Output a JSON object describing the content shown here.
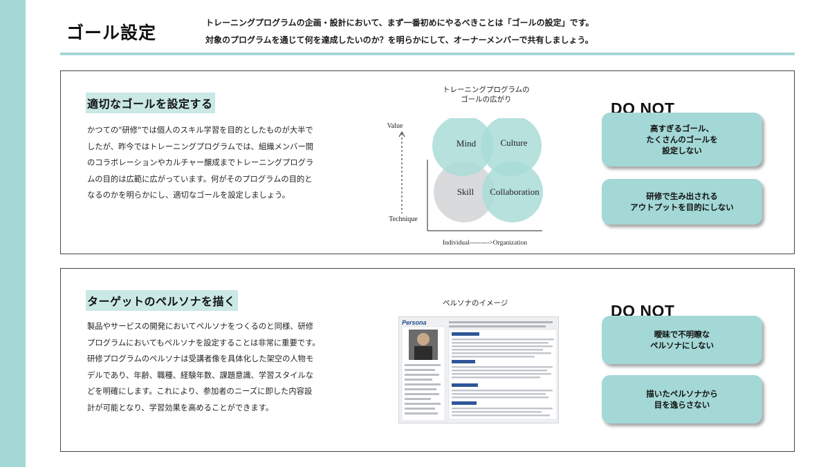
{
  "header": {
    "title": "ゴール設定",
    "desc_lines": [
      "トレーニングプログラムの企画・設計において、まず一番初めにやるべきことは「ゴールの設定」です。",
      "対象のプログラムを通じて何を達成したいのか？を明らかにして、オーナーメンバーで共有しましょう。"
    ]
  },
  "section1": {
    "heading": "適切なゴールを設定する",
    "body_lines": [
      "かつての\"研修\"では個人のスキル学習を目的としたものが大半で",
      "したが、昨今ではトレーニングプログラムでは、組織メンバー間",
      "のコラボレーションやカルチャー醸成までトレーニングプログラ",
      "ムの目的は広範に広がっています。何がそのプログラムの目的と",
      "なるのかを明らかにし、適切なゴールを設定しましょう。"
    ],
    "diagram": {
      "title_lines": [
        "トレーニングプログラムの",
        "ゴールの広がり"
      ],
      "y_top_label": "Value",
      "y_bottom_label": "Technique",
      "x_label": "Individual--------->Organization",
      "circles": [
        {
          "label": "Mind",
          "color": "#a9dcd7"
        },
        {
          "label": "Culture",
          "color": "#a9dcd7"
        },
        {
          "label": "Skill",
          "color": "#d9dadc"
        },
        {
          "label": "Collaboration",
          "color": "#a9dcd7"
        }
      ]
    },
    "do_not_label": "DO NOT",
    "do_not_items": [
      {
        "lines": [
          "高すぎるゴール、",
          "たくさんのゴールを",
          "設定しない"
        ]
      },
      {
        "lines": [
          "研修で生み出される",
          "アウトプットを目的にしない"
        ]
      }
    ]
  },
  "section2": {
    "heading": "ターゲットのペルソナを描く",
    "body_lines": [
      "製品やサービスの開発においてペルソナをつくるのと同様、研修",
      "プログラムにおいてもペルソナを設定することは非常に重要です。",
      "研修プログラムのペルソナは受講者像を具体化した架空の人物モ",
      "デルであり、年齢、職種、経験年数、課題意識、学習スタイルな",
      "どを明確にします。これにより、参加者のニーズに即した内容設",
      "計が可能となり、学習効果を高めることができます。"
    ],
    "image": {
      "caption": "ペルソナのイメージ",
      "logo_text": "Persona"
    },
    "do_not_label": "DO NOT",
    "do_not_items": [
      {
        "lines": [
          "曖昧で不明瞭な",
          "ペルソナにしない"
        ]
      },
      {
        "lines": [
          "描いたペルソナから",
          "目を逸らさない"
        ]
      }
    ]
  },
  "colors": {
    "accent": "#a3d8d6",
    "heading_highlight": "#c9e8e6",
    "skill_circle": "#d9dadc"
  }
}
